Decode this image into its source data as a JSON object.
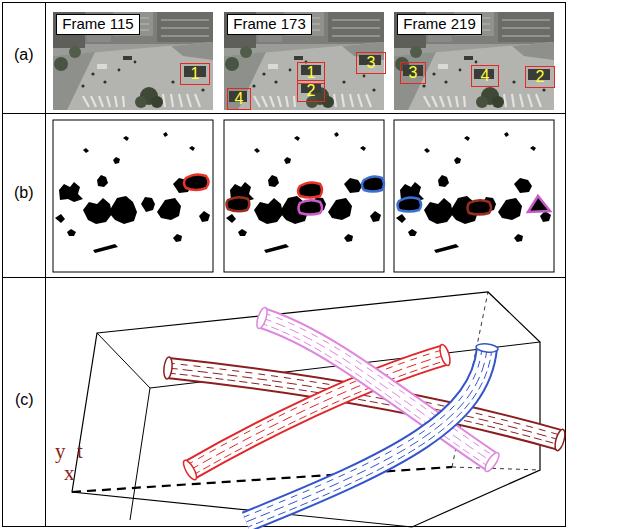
{
  "diagram": {
    "nodes": [
      {
        "text": [
          "Frame 115"
        ]
      },
      {
        "text": [
          "1"
        ]
      },
      {
        "text": [
          "Frame 173"
        ]
      },
      {
        "text": [
          "1"
        ]
      },
      {
        "text": [
          "2"
        ]
      },
      {
        "text": [
          "3"
        ]
      },
      {
        "text": [
          "4"
        ]
      },
      {
        "text": [
          "Frame 219"
        ]
      },
      {
        "text": [
          "3"
        ]
      },
      {
        "text": [
          "4"
        ]
      },
      {
        "text": [
          "2"
        ]
      }
    ],
    "labels": [
      "(a)",
      "(b)",
      "(c)",
      "y",
      "t",
      "x"
    ]
  }
}
